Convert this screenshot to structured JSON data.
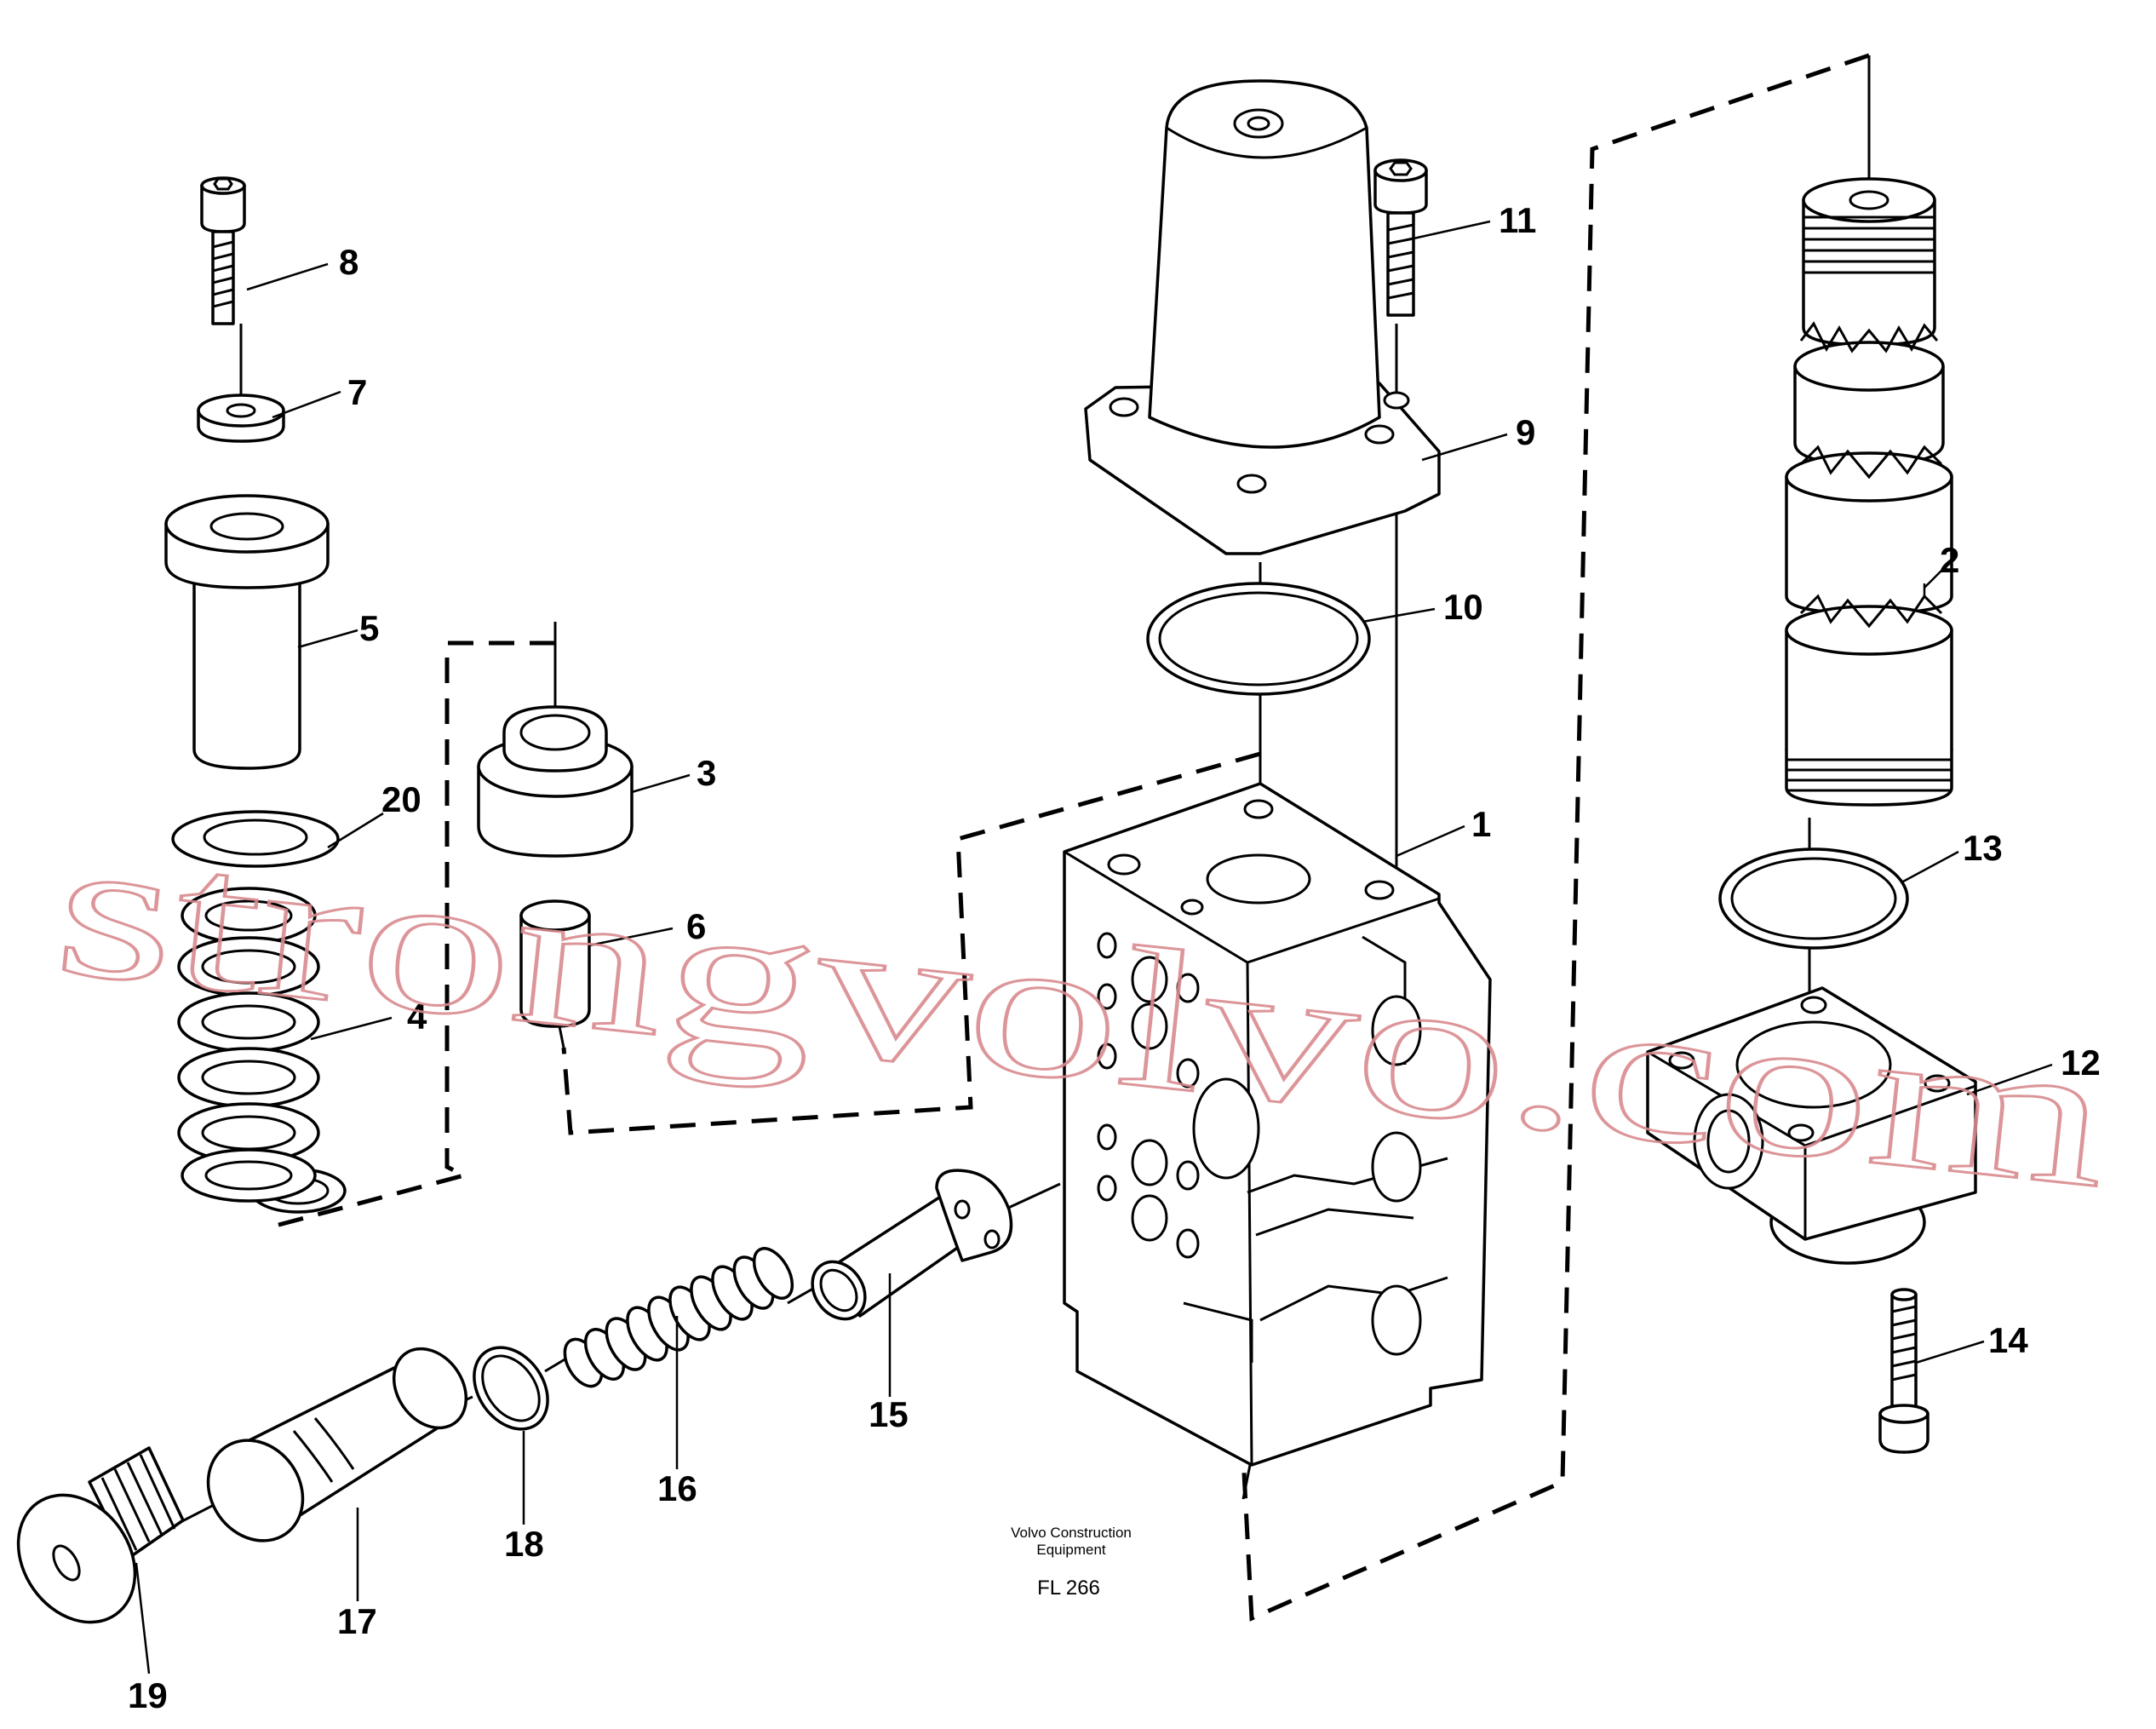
{
  "labels": {
    "l1": "1",
    "l2": "2",
    "l3": "3",
    "l4": "4",
    "l5": "5",
    "l6": "6",
    "l7": "7",
    "l8": "8",
    "l9": "9",
    "l10": "10",
    "l11": "11",
    "l12": "12",
    "l13": "13",
    "l14": "14",
    "l15": "15",
    "l16": "16",
    "l17": "17",
    "l18": "18",
    "l19": "19",
    "l20": "20"
  },
  "caption": {
    "line1": "Volvo Construction",
    "line2": "Equipment",
    "code": "FL 266"
  },
  "watermark": "strongvolvo.com",
  "colors": {
    "ink": "#000000",
    "watermark": "#d98a8e",
    "background": "#ffffff"
  }
}
